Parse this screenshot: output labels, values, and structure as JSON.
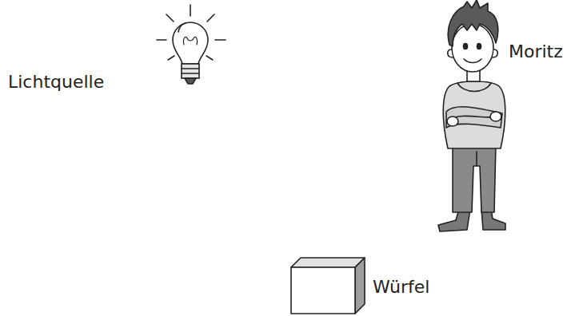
{
  "diagram": {
    "labels": [
      "Lichtquelle",
      "Moritz",
      "Würfel"
    ]
  }
}
